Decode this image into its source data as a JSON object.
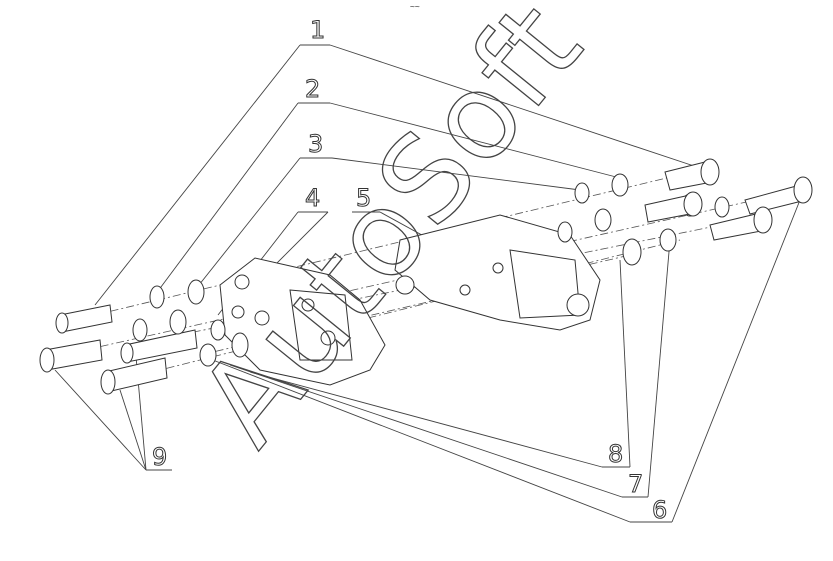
{
  "header_mark": "~~",
  "callouts": {
    "c1": "1",
    "c2": "2",
    "c3": "3",
    "c4": "4",
    "c5": "5",
    "c6": "6",
    "c7": "7",
    "c8": "8",
    "c9": "9"
  },
  "watermark": "AutoSoft"
}
